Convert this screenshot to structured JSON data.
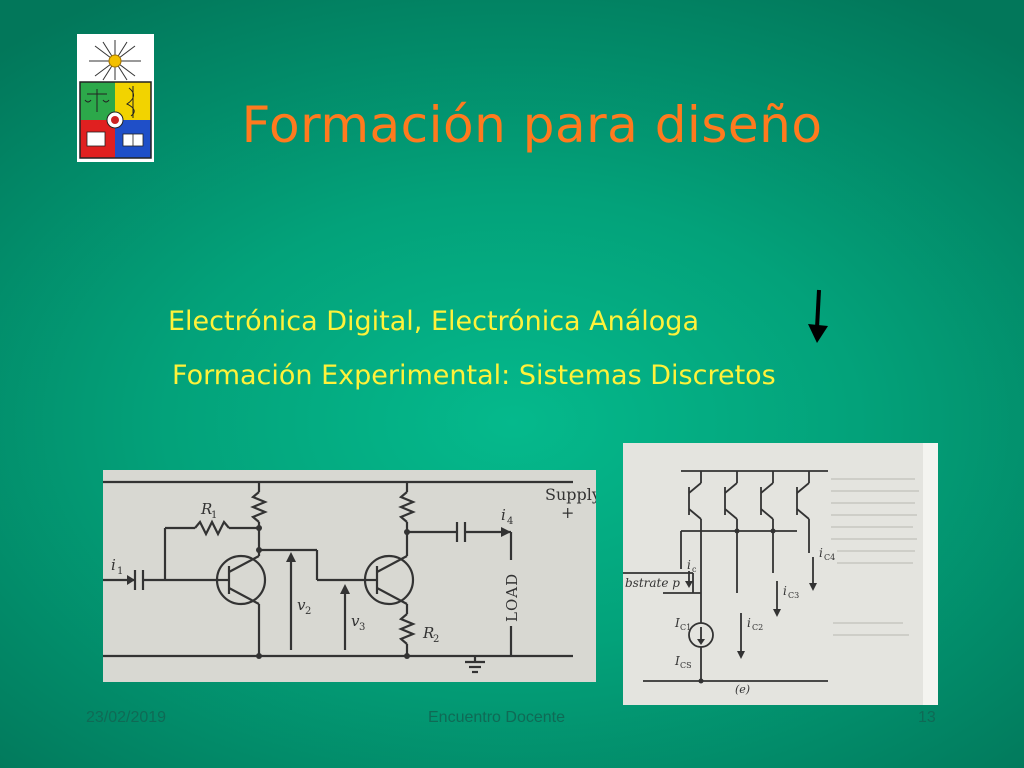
{
  "slide": {
    "title": "Formación para diseño",
    "line1": "Electrónica Digital, Electrónica Análoga",
    "line2": "Formación Experimental:  Sistemas Discretos",
    "arrow_icon": "down-arrow-icon",
    "logo_icon": "university-crest-icon"
  },
  "circuit1": {
    "supply_label": "Supply",
    "plus": "+",
    "r1": "R",
    "r1_sub": "1",
    "r2": "R",
    "r2_sub": "2",
    "i1": "i",
    "i1_sub": "1",
    "i4": "i",
    "i4_sub": "4",
    "v2": "v",
    "v2_sub": "2",
    "v3": "v",
    "v3_sub": "3",
    "load": "LOAD"
  },
  "circuit2": {
    "substrate": "bstrate p",
    "ic": "i",
    "ic_sub": "c",
    "ic1": "I",
    "ic1_sub": "C1",
    "ics": "I",
    "ics_sub": "CS",
    "ic2": "i",
    "ic2_sub": "C2",
    "ic3": "i",
    "ic3_sub": "C3",
    "ic4": "i",
    "ic4_sub": "C4",
    "caption": "(e)"
  },
  "footer": {
    "date": "23/02/2019",
    "center": "Encuentro Docente",
    "page": "13"
  },
  "colors": {
    "background": "#03a27a",
    "title": "#ff7a1e",
    "body_text": "#fff23a",
    "footer_text": "#0f6a55"
  }
}
